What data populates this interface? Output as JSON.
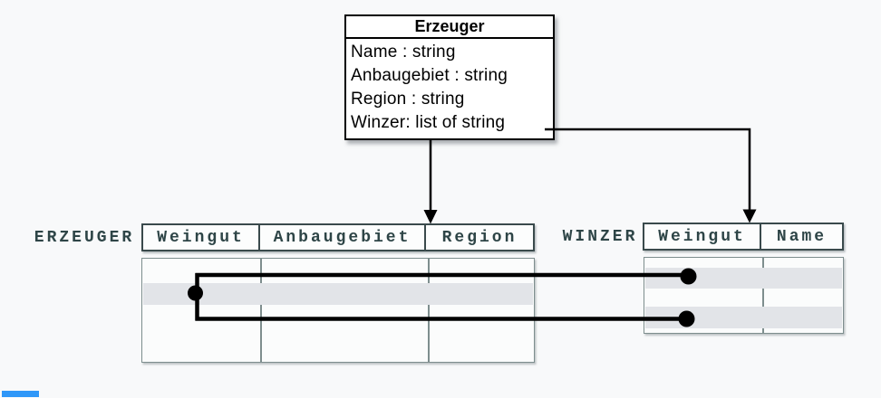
{
  "class_box": {
    "title": "Erzeuger",
    "attributes": [
      "Name : string",
      "Anbaugebiet : string",
      "Region : string",
      "Winzer: list of string"
    ]
  },
  "tables": {
    "erzeuger": {
      "label": "ERZEUGER",
      "columns": [
        "Weingut",
        "Anbaugebiet",
        "Region"
      ]
    },
    "winzer": {
      "label": "WINZER",
      "columns": [
        "Weingut",
        "Name"
      ]
    }
  },
  "colors": {
    "background": "#f8f9fa",
    "table_text": "#2e4547",
    "header_border": "#3a4a4c",
    "body_border": "#7e8e8e",
    "stripe": "#e2e4e8",
    "line": "#000000",
    "box_bg": "#ffffff",
    "accent": "#2f97f8"
  }
}
